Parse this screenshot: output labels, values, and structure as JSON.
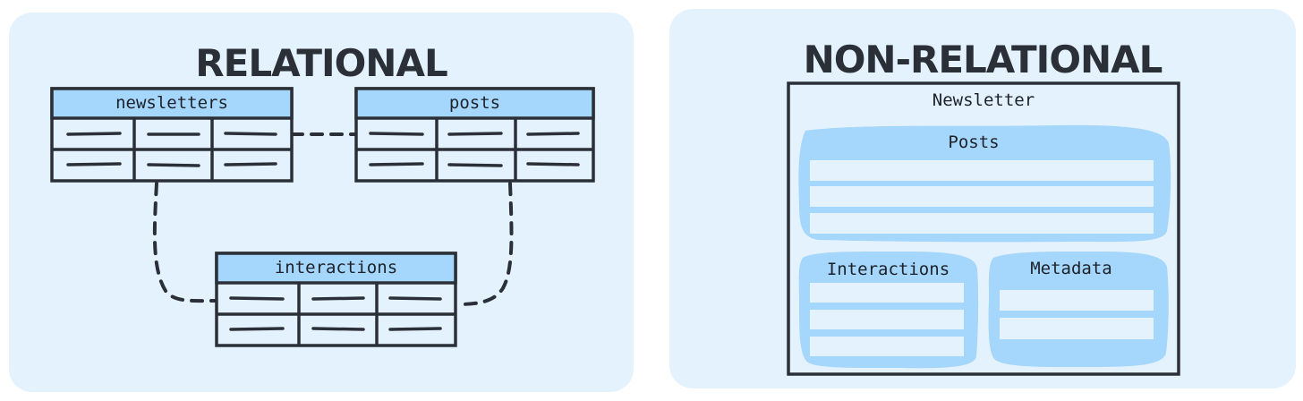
{
  "relational": {
    "title": "RELATIONAL",
    "tables": [
      {
        "name": "newsletters"
      },
      {
        "name": "posts"
      },
      {
        "name": "interactions"
      }
    ]
  },
  "non_relational": {
    "title": "NON-RELATIONAL",
    "document": "Newsletter",
    "groups": [
      {
        "name": "Posts"
      },
      {
        "name": "Interactions"
      },
      {
        "name": "Metadata"
      }
    ]
  },
  "colors": {
    "panel": "#e4f2fd",
    "header": "#a5d6fb",
    "stroke": "#2b3038",
    "blob": "#a5d6fb",
    "row": "#e4f2fd"
  }
}
